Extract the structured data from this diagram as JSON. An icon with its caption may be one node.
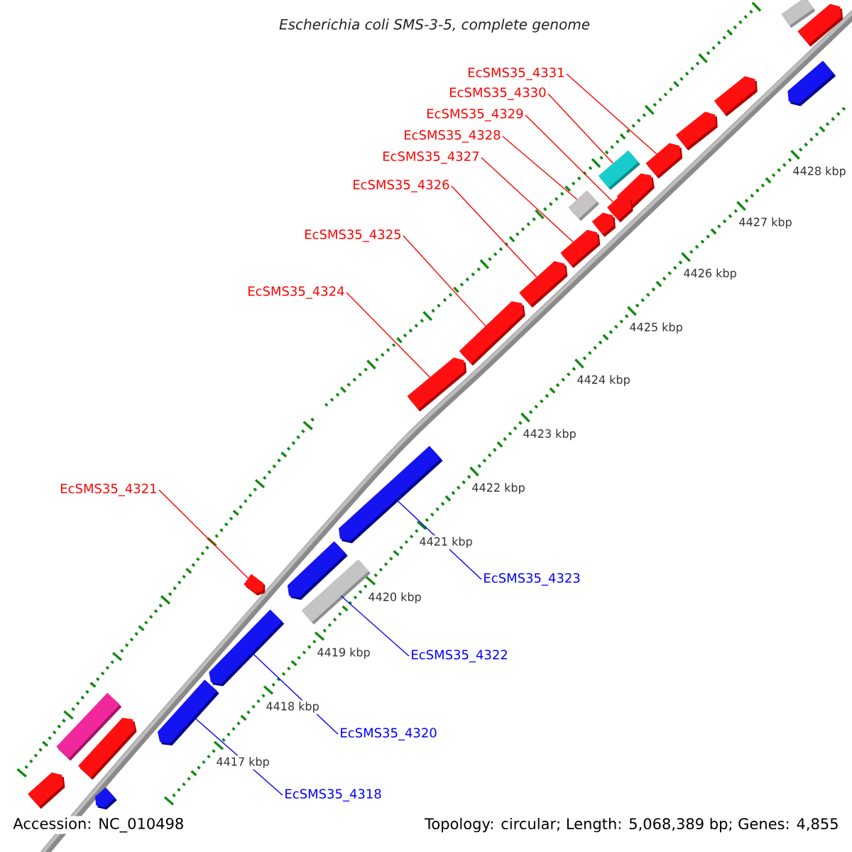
{
  "diagram": {
    "title": "Escherichia coli SMS-3-5, complete genome",
    "nodes": [
      {
        "text": [
          "EcSMS35_4331"
        ]
      },
      {
        "text": [
          "EcSMS35_4330"
        ]
      },
      {
        "text": [
          "EcSMS35_4329"
        ]
      },
      {
        "text": [
          "EcSMS35_4328"
        ]
      },
      {
        "text": [
          "EcSMS35_4327"
        ]
      },
      {
        "text": [
          "EcSMS35_4326"
        ]
      },
      {
        "text": [
          "EcSMS35_4325"
        ]
      },
      {
        "text": [
          "EcSMS35_4324"
        ]
      },
      {
        "text": [
          "EcSMS35_4321"
        ]
      },
      {
        "text": [
          "EcSMS35_4323"
        ]
      },
      {
        "text": [
          "EcSMS35_4322"
        ]
      },
      {
        "text": [
          "EcSMS35_4320"
        ]
      },
      {
        "text": [
          "EcSMS35_4318"
        ]
      },
      {
        "text": [],
        "shape": "box"
      },
      {
        "text": [],
        "shape": "pentagon"
      },
      {
        "text": [],
        "shape": "pentagon"
      },
      {
        "text": [],
        "shape": "pentagon"
      },
      {
        "text": [],
        "shape": "pentagon"
      },
      {
        "text": [],
        "shape": "pentagon"
      },
      {
        "text": [],
        "shape": "box"
      },
      {
        "text": [],
        "shape": "pentagon"
      },
      {
        "text": [],
        "shape": "pentagon"
      },
      {
        "text": [],
        "shape": "pentagon"
      },
      {
        "text": [],
        "shape": "box"
      },
      {
        "text": [],
        "shape": "pentagon"
      },
      {
        "text": [],
        "shape": "pentagon"
      },
      {
        "text": [],
        "shape": "pentagon"
      },
      {
        "text": [],
        "shape": "pentagon"
      },
      {
        "text": [],
        "shape": "pentagon"
      },
      {
        "text": [],
        "shape": "pentagon"
      },
      {
        "text": [],
        "shape": "box"
      },
      {
        "text": [],
        "shape": "pentagon"
      },
      {
        "text": [],
        "shape": "pentagon"
      },
      {
        "text": [],
        "shape": "pentagon"
      },
      {
        "text": [],
        "shape": "box"
      },
      {
        "text": [],
        "shape": "pentagon"
      },
      {
        "text": [],
        "shape": "pentagon"
      },
      {
        "text": [],
        "shape": "pentagon"
      }
    ],
    "edges": [
      {
        "from": 0,
        "to": 18,
        "arrow": "none"
      },
      {
        "from": 1,
        "to": 19,
        "arrow": "none"
      },
      {
        "from": 2,
        "to": 21,
        "arrow": "none"
      },
      {
        "from": 3,
        "to": 23,
        "arrow": "none"
      },
      {
        "from": 4,
        "to": 24,
        "arrow": "none"
      },
      {
        "from": 5,
        "to": 25,
        "arrow": "none"
      },
      {
        "from": 6,
        "to": 26,
        "arrow": "none"
      },
      {
        "from": 7,
        "to": 27,
        "arrow": "none"
      },
      {
        "from": 8,
        "to": 31,
        "arrow": "none"
      },
      {
        "from": 9,
        "to": 28,
        "arrow": "none",
        "color": "#0000ff"
      },
      {
        "from": 10,
        "to": 30,
        "arrow": "none",
        "color": "#0000ff"
      },
      {
        "from": 11,
        "to": 32,
        "arrow": "none",
        "color": "#0000ff"
      },
      {
        "from": 12,
        "to": 33,
        "arrow": "none",
        "color": "#0000ff"
      }
    ],
    "labels": [
      "4428 kbp",
      "4427 kbp",
      "4426 kbp",
      "4425 kbp",
      "4424 kbp",
      "4423 kbp",
      "4422 kbp",
      "4421 kbp",
      "4420 kbp",
      "4419 kbp",
      "4418 kbp",
      "4417 kbp",
      "Accession: NC_010498",
      "Topology: circular; Length: 5,068,389 bp; Genes: 4,855"
    ]
  }
}
